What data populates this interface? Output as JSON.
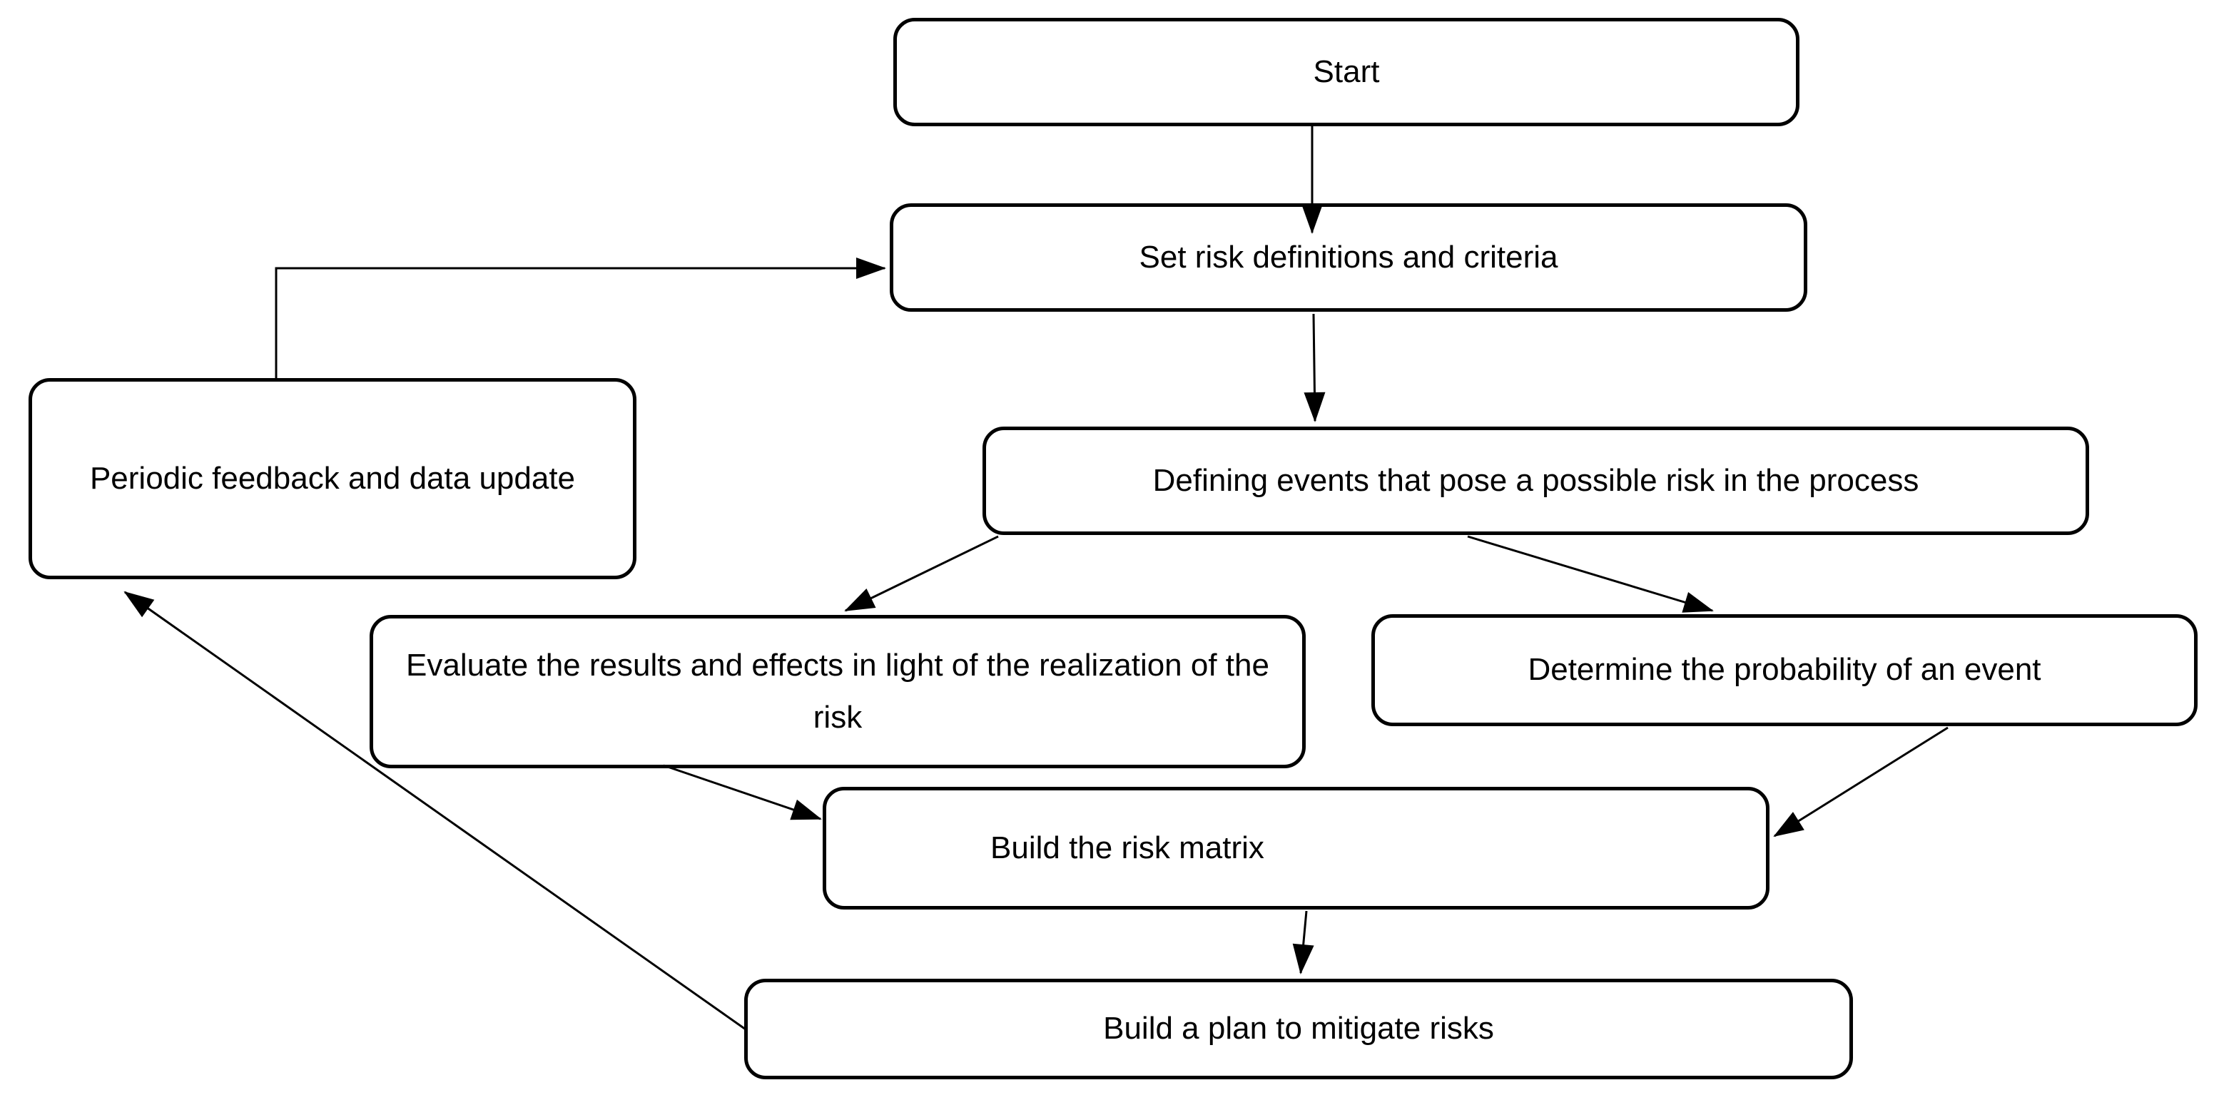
{
  "diagram": {
    "type": "flowchart",
    "background_color": "#ffffff",
    "node_fill_color": "#ffffff",
    "node_border_color": "#000000",
    "text_color": "#000000",
    "connector_color": "#000000",
    "nodes": [
      {
        "id": "start",
        "label": "Start"
      },
      {
        "id": "set_risk",
        "label": "Set risk definitions and criteria"
      },
      {
        "id": "defining_events",
        "label": "Defining events that pose a possible risk in the process"
      },
      {
        "id": "periodic_feedback",
        "label": "Periodic feedback and data update"
      },
      {
        "id": "evaluate_results",
        "label": "Evaluate the results and effects in light of the realization of the risk"
      },
      {
        "id": "determine_probability",
        "label": "Determine the probability of an event"
      },
      {
        "id": "build_matrix",
        "label": "Build the risk matrix"
      },
      {
        "id": "build_plan",
        "label": "Build a plan to mitigate risks"
      }
    ],
    "edges": [
      {
        "from": "start",
        "to": "set_risk"
      },
      {
        "from": "set_risk",
        "to": "defining_events"
      },
      {
        "from": "defining_events",
        "to": "evaluate_results"
      },
      {
        "from": "defining_events",
        "to": "determine_probability"
      },
      {
        "from": "evaluate_results",
        "to": "build_matrix"
      },
      {
        "from": "determine_probability",
        "to": "build_matrix"
      },
      {
        "from": "build_matrix",
        "to": "build_plan"
      },
      {
        "from": "build_plan",
        "to": "periodic_feedback"
      },
      {
        "from": "periodic_feedback",
        "to": "set_risk"
      }
    ]
  }
}
